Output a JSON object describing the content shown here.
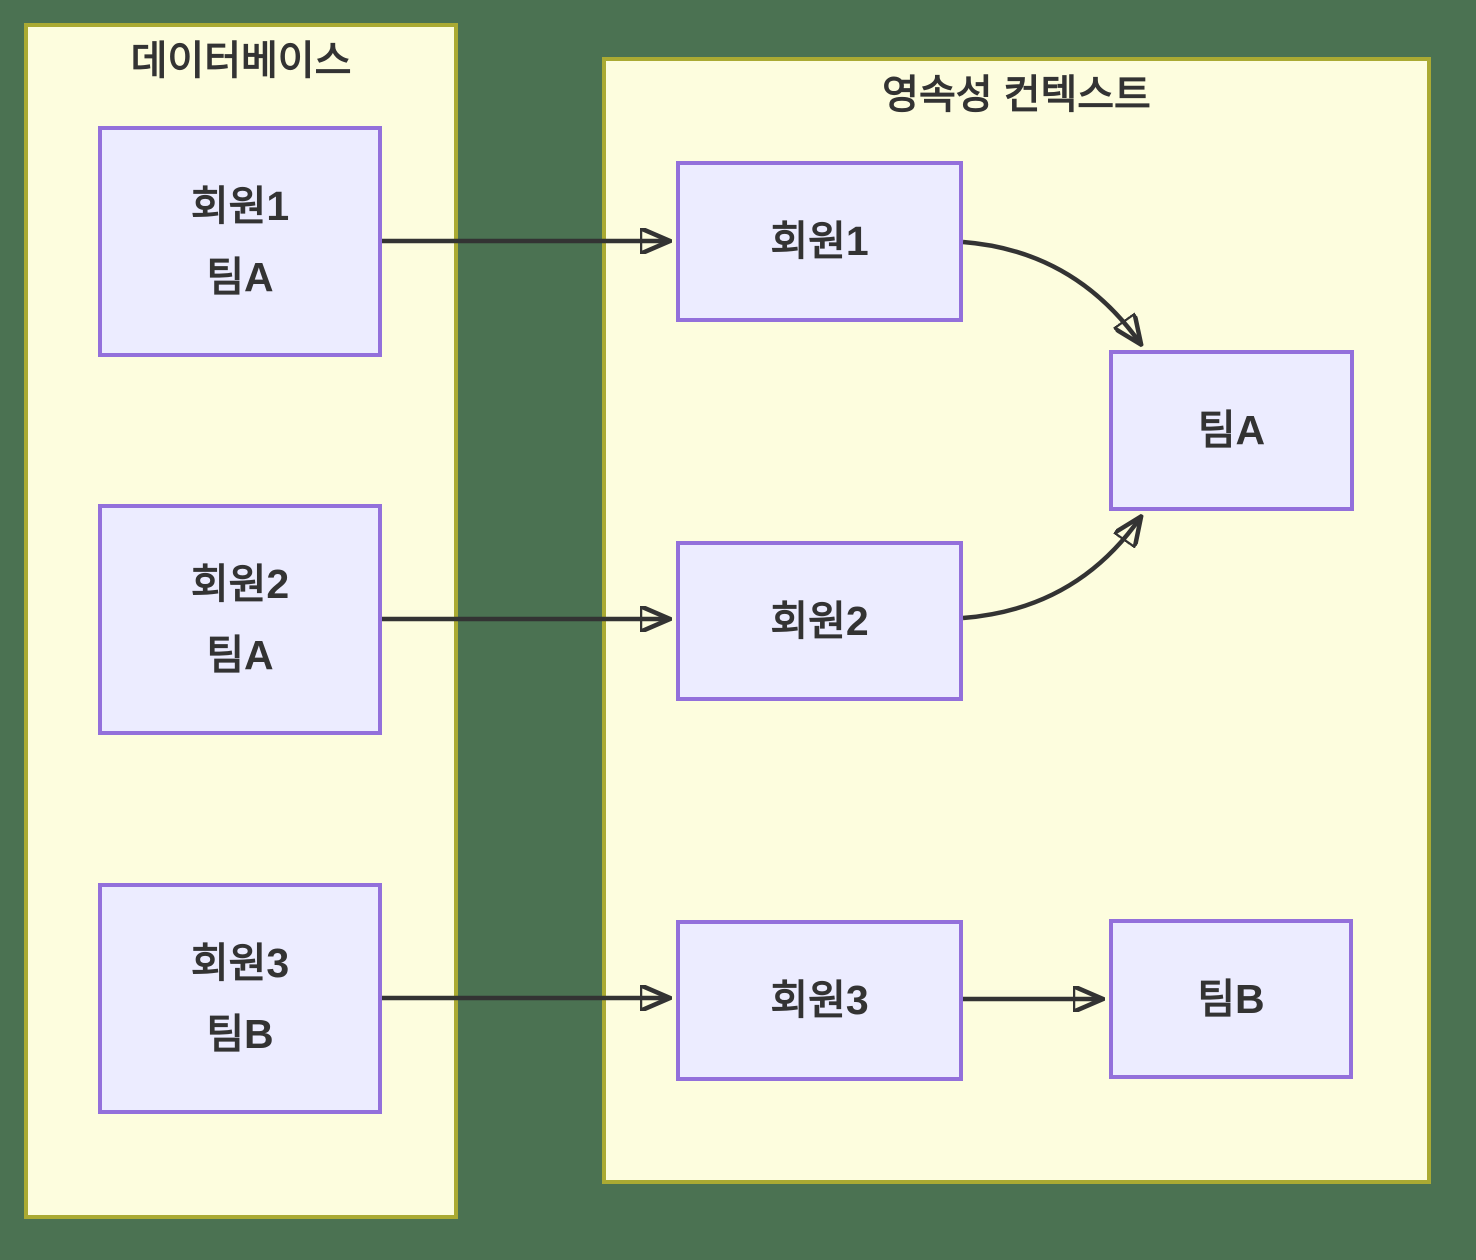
{
  "diagram": {
    "type": "jpa-persistence-context-diagram",
    "background_color": "#4b7252",
    "cluster_fill": "#fdfdde",
    "cluster_border_color": "#aaaa33",
    "node_fill": "#ececff",
    "node_border_color": "#9370db",
    "arrow_color": "#333333",
    "text_color": "#333333"
  },
  "database": {
    "title": "데이터베이스",
    "nodes": [
      {
        "line1": "회원1",
        "line2": "팀A"
      },
      {
        "line1": "회원2",
        "line2": "팀A"
      },
      {
        "line1": "회원3",
        "line2": "팀B"
      }
    ]
  },
  "persistence_context": {
    "title": "영속성 컨텍스트",
    "member_nodes": [
      {
        "label": "회원1"
      },
      {
        "label": "회원2"
      },
      {
        "label": "회원3"
      }
    ],
    "team_nodes": [
      {
        "label": "팀A"
      },
      {
        "label": "팀B"
      }
    ]
  },
  "edges": [
    {
      "from": "db-member1-teamA",
      "to": "pc-member1",
      "style": "straight"
    },
    {
      "from": "db-member2-teamA",
      "to": "pc-member2",
      "style": "straight"
    },
    {
      "from": "db-member3-teamB",
      "to": "pc-member3",
      "style": "straight"
    },
    {
      "from": "pc-member1",
      "to": "pc-teamA",
      "style": "curved"
    },
    {
      "from": "pc-member2",
      "to": "pc-teamA",
      "style": "curved"
    },
    {
      "from": "pc-member3",
      "to": "pc-teamB",
      "style": "straight"
    }
  ]
}
